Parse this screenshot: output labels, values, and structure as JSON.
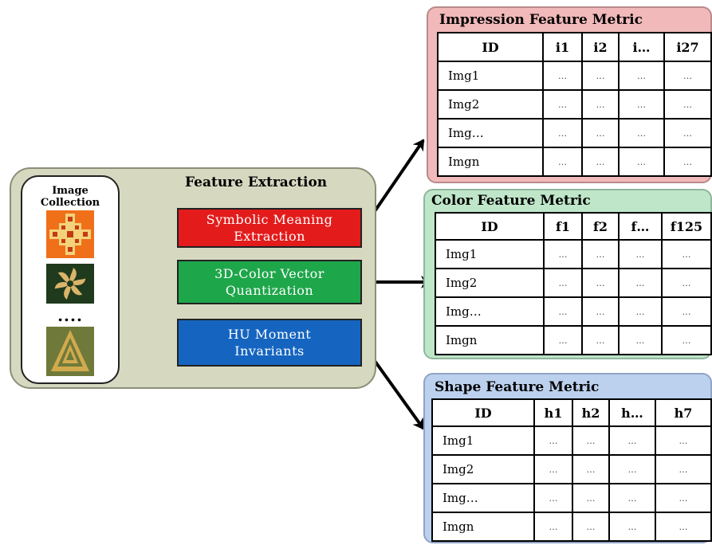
{
  "feature_extraction": {
    "title": "Feature Extraction",
    "image_collection_label": "Image\nCollection",
    "ellipsis": "....",
    "processes": [
      {
        "label": "Symbolic Meaning\nExtraction",
        "color": "#e31b1b"
      },
      {
        "label": "3D-Color Vector\nQuantization",
        "color": "#1ea64a"
      },
      {
        "label": "HU Moment\nInvariants",
        "color": "#1565c0"
      }
    ]
  },
  "metrics": [
    {
      "title": "Impression Feature Metric",
      "bg": "#f1b9b9",
      "border": "#b98a8a",
      "headers": [
        "ID",
        "i1",
        "i2",
        "i…",
        "i27"
      ],
      "rows": [
        [
          "Img1",
          "…",
          "…",
          "…",
          "…"
        ],
        [
          "Img2",
          "…",
          "…",
          "…",
          "…"
        ],
        [
          "Img…",
          "…",
          "…",
          "…",
          "…"
        ],
        [
          "Imgn",
          "…",
          "…",
          "…",
          "…"
        ]
      ]
    },
    {
      "title": "Color Feature Metric",
      "bg": "#bfe6c9",
      "border": "#8fb69c",
      "headers": [
        "ID",
        "f1",
        "f2",
        "f…",
        "f125"
      ],
      "rows": [
        [
          "Img1",
          "…",
          "…",
          "…",
          "…"
        ],
        [
          "Img2",
          "…",
          "…",
          "…",
          "…"
        ],
        [
          "Img…",
          "…",
          "…",
          "…",
          "…"
        ],
        [
          "Imgn",
          "…",
          "…",
          "…",
          "…"
        ]
      ]
    },
    {
      "title": "Shape Feature Metric",
      "bg": "#bcd1ee",
      "border": "#8fa3c4",
      "headers": [
        "ID",
        "h1",
        "h2",
        "h…",
        "h7"
      ],
      "rows": [
        [
          "Img1",
          "…",
          "…",
          "…",
          "…"
        ],
        [
          "Img2",
          "…",
          "…",
          "…",
          "…"
        ],
        [
          "Img…",
          "…",
          "…",
          "…",
          "…"
        ],
        [
          "Imgn",
          "…",
          "…",
          "…",
          "…"
        ]
      ]
    }
  ]
}
